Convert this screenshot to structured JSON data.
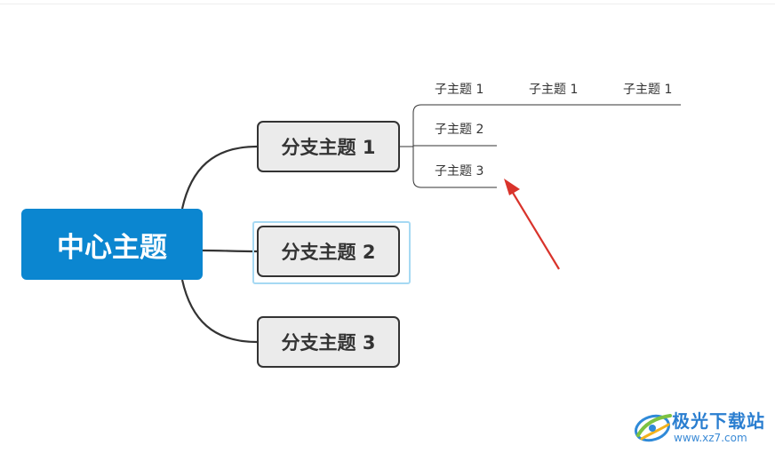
{
  "mindmap": {
    "central": {
      "label": "中心主题"
    },
    "branches": [
      {
        "label": "分支主题 1",
        "subtopics": [
          {
            "label": "子主题 1"
          },
          {
            "label": "子主题 1"
          },
          {
            "label": "子主题 1"
          },
          {
            "label": "子主题 2"
          },
          {
            "label": "子主题 3"
          }
        ]
      },
      {
        "label": "分支主题 2",
        "selected": true
      },
      {
        "label": "分支主题 3"
      }
    ]
  },
  "colors": {
    "central_fill": "#0b86d0",
    "branch_fill": "#ebebeb",
    "branch_border": "#333333",
    "selection_outline": "#a6d9f3",
    "annotation_arrow": "#d9332b"
  },
  "watermark": {
    "title": "极光下载站",
    "url": "www.xz7.com"
  }
}
